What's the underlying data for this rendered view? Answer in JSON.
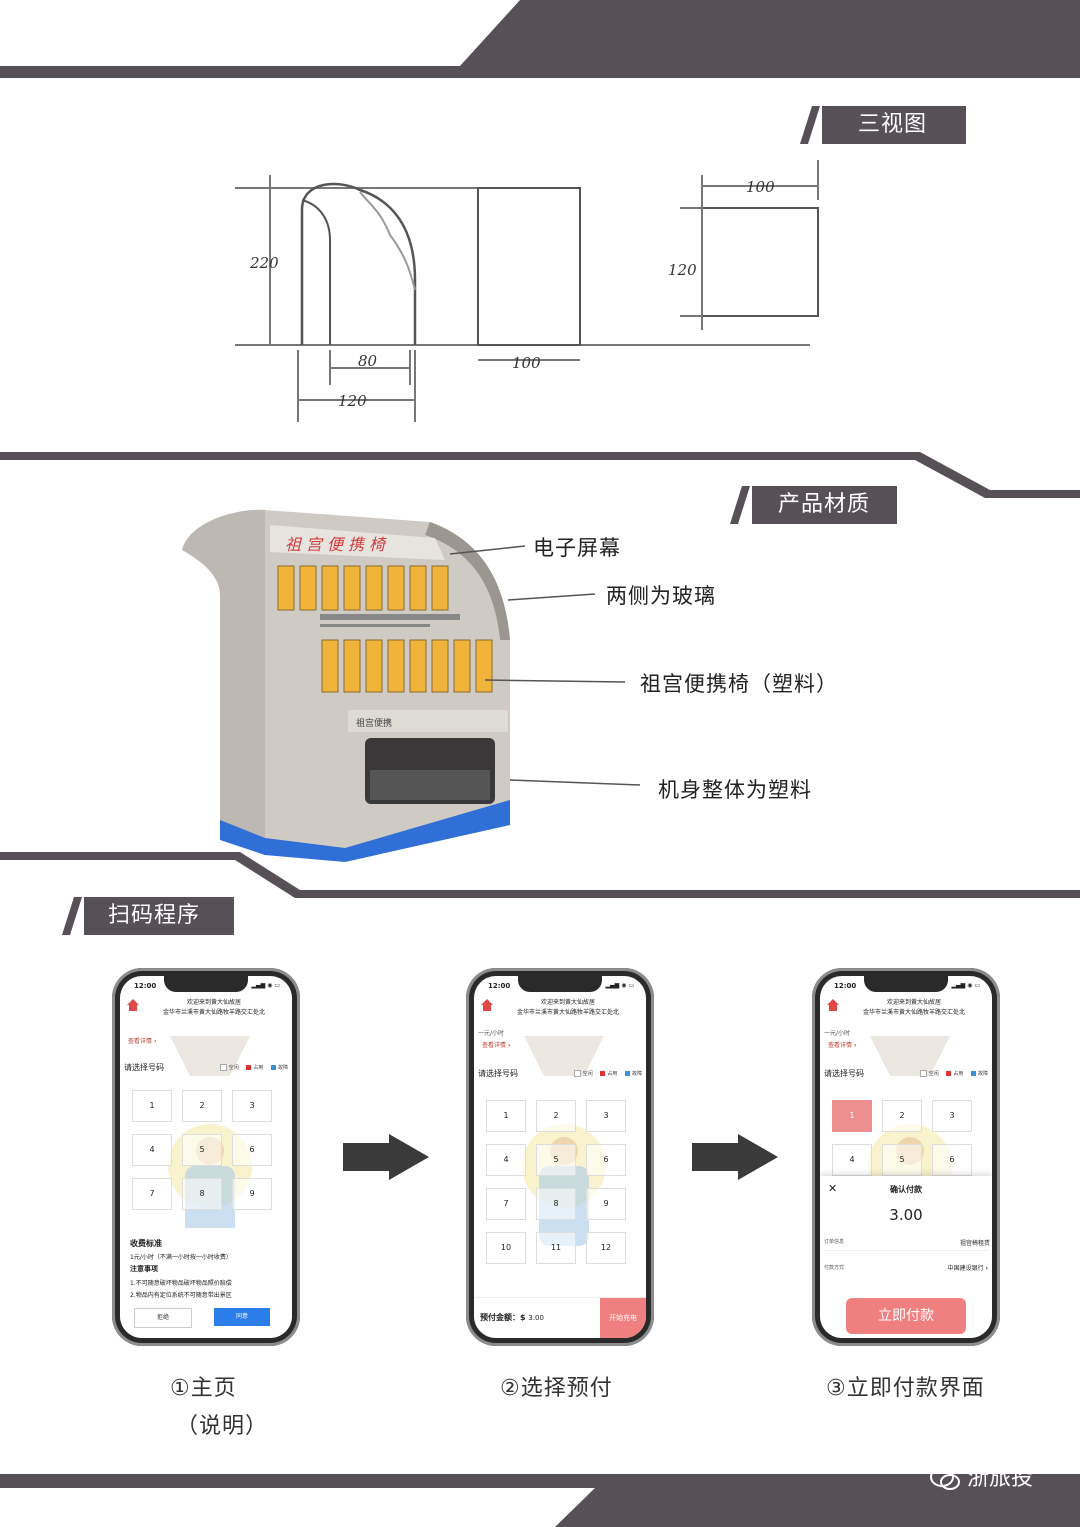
{
  "sections": {
    "three_view": "三视图",
    "materials": "产品材质",
    "scan_flow": "扫码程序"
  },
  "sketch_dims": {
    "side_height": "220",
    "side_inner": "80",
    "side_base": "120",
    "front_width": "100",
    "top_width": "100",
    "top_height": "120"
  },
  "product": {
    "sign_text": "祖宫便携椅",
    "panel_text": "祖宫便携",
    "callouts": [
      "电子屏幕",
      "两侧为玻璃",
      "祖宫便携椅（塑料）",
      "机身整体为塑料"
    ]
  },
  "phone_common": {
    "time": "12:00",
    "title_line1": "欢迎来到黄大仙故居",
    "title_line2": "金华市兰溪市黄大仙路牧羊路交汇处北",
    "price": "一元/小时",
    "view_details": "查看详情",
    "select_number": "请选择号码",
    "legend": [
      "空闲",
      "占用",
      "故障"
    ]
  },
  "phone1": {
    "numbers": [
      "1",
      "2",
      "3",
      "4",
      "5",
      "6",
      "7",
      "8",
      "9"
    ],
    "fee_title": "收费标准",
    "fee_text": "1元/小时（不满一小时按一小时收费）",
    "notice_title": "注意事项",
    "notice_1": "1.不可随意破坏物品破坏物品照价赔偿",
    "notice_2": "2.物品内有定位系统不可随意带出景区",
    "reject": "拒绝",
    "agree": "同意"
  },
  "phone2": {
    "numbers": [
      "1",
      "2",
      "3",
      "4",
      "5",
      "6",
      "7",
      "8",
      "9",
      "10",
      "11",
      "12"
    ],
    "prepay_label": "预付金额：",
    "prepay_currency": "$",
    "prepay_amount": "3.00",
    "start_button": "开始充电"
  },
  "phone3": {
    "numbers": [
      "1",
      "2",
      "3",
      "4",
      "5",
      "6"
    ],
    "close": "✕",
    "confirm_title": "确认付款",
    "amount": "3.00",
    "order_label": "订单信息",
    "order_value": "祖宫椅租赁",
    "method_label": "付款方式",
    "method_value": "中国建设银行",
    "pay_now": "立即付款"
  },
  "captions": {
    "step1": "①主页",
    "step1_sub": "（说明）",
    "step2": "②选择预付",
    "step3": "③立即付款界面"
  },
  "watermark": "浙旅投",
  "colors": {
    "band": "#575057",
    "accent_red": "#f08080",
    "blue_button": "#2b7de9",
    "machine_blue": "#2f6fd6",
    "screen_yellow": "#f0b43a"
  }
}
